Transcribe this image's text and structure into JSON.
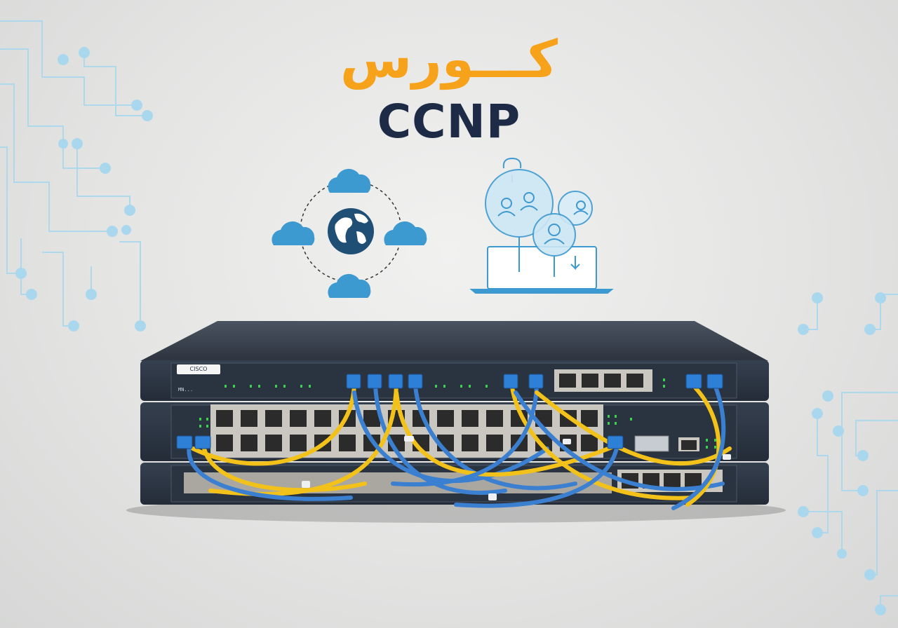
{
  "title_arabic": "كـــورس",
  "title_latin": "CCNP",
  "device": {
    "brand_label": "CISCO",
    "model_label": "MN..."
  },
  "icons": {
    "left": "cloud-network-globe-icon",
    "right": "laptop-users-network-icon"
  },
  "colors": {
    "accent_orange": "#f7a21b",
    "title_navy": "#1d2b47",
    "icon_blue": "#3d9ad1",
    "circuit_blue": "#a9d8ee",
    "cable_yellow": "#f2c21a",
    "cable_blue": "#3b7fd1",
    "device_body": "#2c3645"
  }
}
